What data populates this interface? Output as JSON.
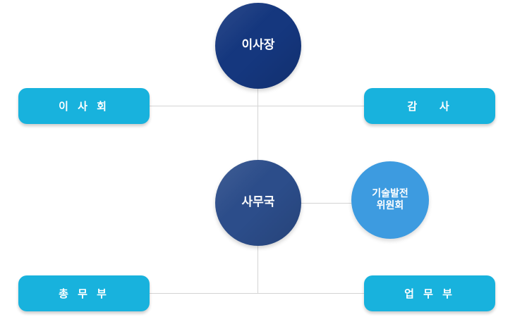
{
  "chart": {
    "chairman": "이사장",
    "board": "이 사 회",
    "audit": "감   사",
    "secretariat": "사무국",
    "committee_line1": "기술발전",
    "committee_line2": "위원회",
    "general_affairs": "총 무 부",
    "business_affairs": "업 무 부"
  },
  "colors": {
    "chairman": "#15377e",
    "secretariat": "#2c4d8a",
    "committee": "#3d9be0",
    "boxes": "#18b2dd",
    "connector": "#d4d4d4"
  }
}
